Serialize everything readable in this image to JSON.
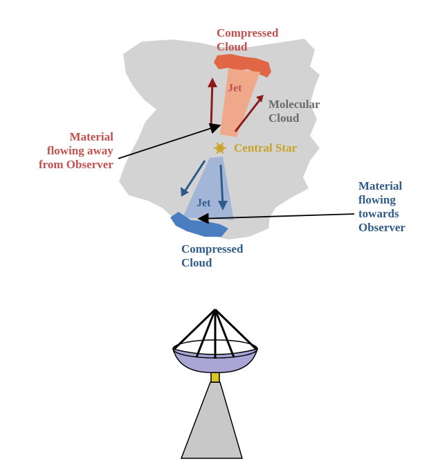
{
  "colors": {
    "cloud": "#d3d3d3",
    "red": "#c2504f",
    "red_arrow": "#8b1a1a",
    "red_jet": "#f0a88a",
    "red_cloud": "#e06646",
    "blue": "#2f5b8a",
    "blue_jet": "#9fb2d8",
    "blue_cloud": "#4a7ec0",
    "gray_text": "#6b6b6b",
    "star": "#c9a227",
    "dish": "#a9a6d6",
    "stand": "#c8c8c8",
    "neck": "#d9c42a"
  },
  "labels": {
    "compressed_top": [
      "Compressed",
      "Cloud"
    ],
    "jet_top": "Jet",
    "molecular": [
      "Molecular",
      "Cloud"
    ],
    "central_star": "Central Star",
    "away": [
      "Material",
      "flowing away",
      "from Observer"
    ],
    "jet_bottom": "Jet",
    "towards": [
      "Material",
      "flowing",
      "towards",
      "Observer"
    ],
    "compressed_bottom": [
      "Compressed",
      "Cloud"
    ]
  },
  "icons": {
    "star": "sunburst-star-icon",
    "telescope": "radio-telescope-icon"
  }
}
